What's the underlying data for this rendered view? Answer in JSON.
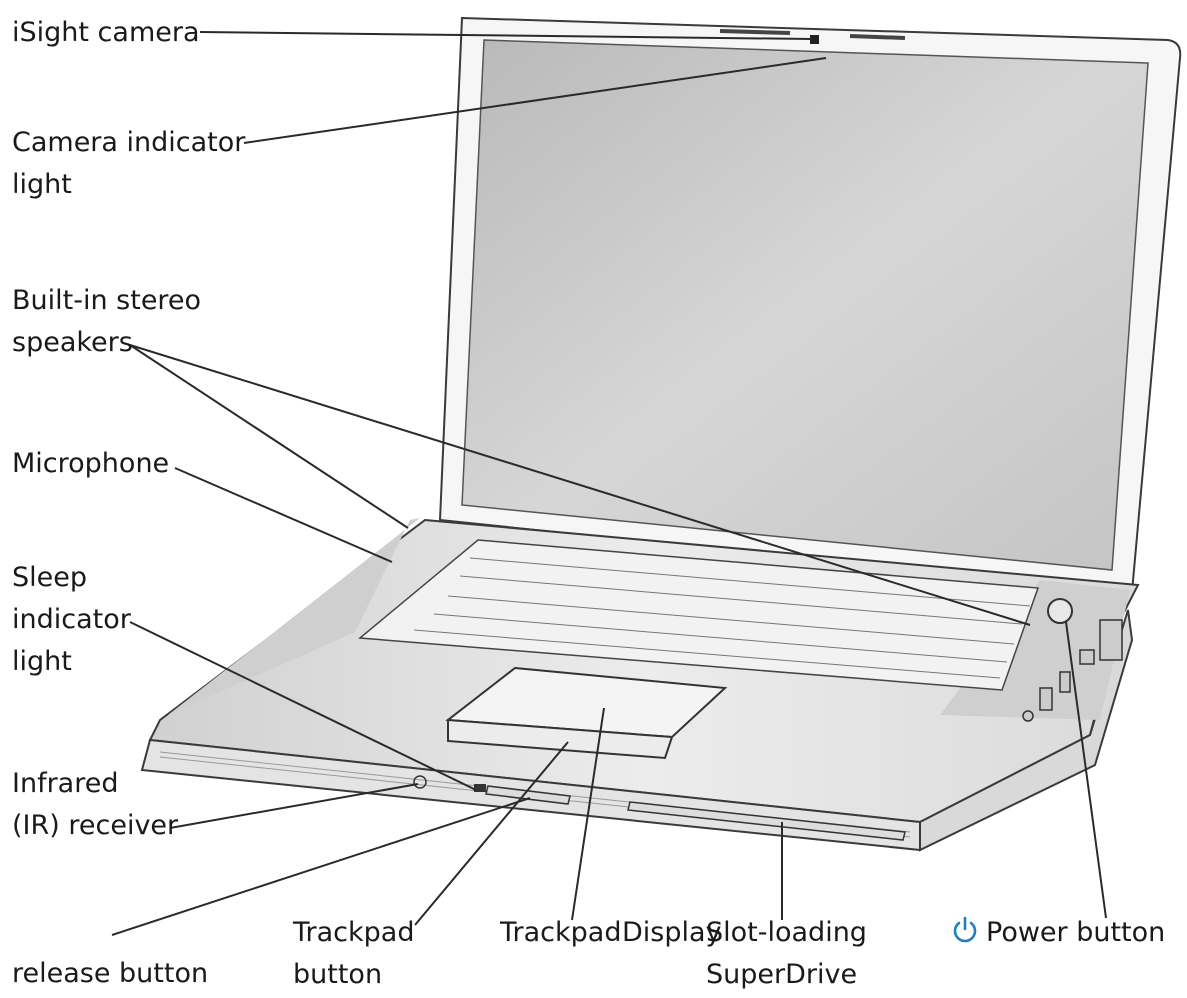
{
  "labels": {
    "isight": [
      "iSight camera"
    ],
    "camera_light": [
      "Camera indicator",
      "light"
    ],
    "speakers": [
      "Built-in stereo",
      "speakers"
    ],
    "microphone": [
      "Microphone"
    ],
    "sleep_light": [
      "Sleep",
      "indicator",
      "light"
    ],
    "infrared": [
      "Infrared",
      "(IR) receiver"
    ],
    "release": [
      "release button"
    ],
    "trackpad_button": [
      "Trackpad",
      "button"
    ],
    "trackpad": [
      "Trackpad"
    ],
    "display": [
      "Display"
    ],
    "superdrive": [
      "Slot-loading",
      "SuperDrive"
    ],
    "power": [
      "Power button"
    ]
  },
  "icons": {
    "power": "power-icon"
  },
  "colors": {
    "power_icon": "#1f7fc4",
    "screen": "#c9c9c9",
    "leader": "#2a2a2a"
  }
}
